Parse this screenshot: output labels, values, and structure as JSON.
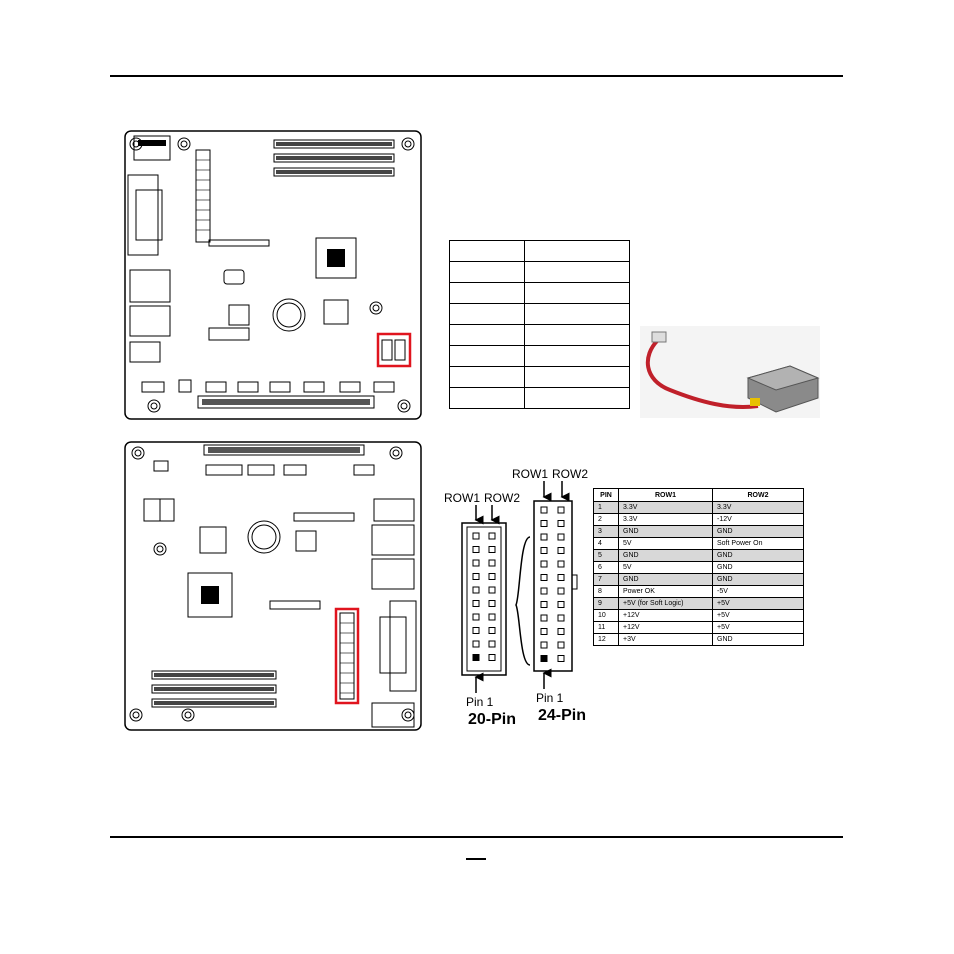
{
  "connector": {
    "row1": "ROW1",
    "row2": "ROW2",
    "pin1": "Pin 1",
    "twenty_pin": "20-Pin",
    "twentyfour_pin": "24-Pin"
  },
  "pin_table": {
    "headers": [
      "PIN",
      "ROW1",
      "ROW2"
    ],
    "rows": [
      {
        "pin": "1",
        "row1": "3.3V",
        "row2": "3.3V"
      },
      {
        "pin": "2",
        "row1": "3.3V",
        "row2": "-12V"
      },
      {
        "pin": "3",
        "row1": "GND",
        "row2": "GND"
      },
      {
        "pin": "4",
        "row1": "5V",
        "row2": "Soft Power On"
      },
      {
        "pin": "5",
        "row1": "GND",
        "row2": "GND"
      },
      {
        "pin": "6",
        "row1": "5V",
        "row2": "GND"
      },
      {
        "pin": "7",
        "row1": "GND",
        "row2": "GND"
      },
      {
        "pin": "8",
        "row1": "Power OK",
        "row2": "-5V"
      },
      {
        "pin": "9",
        "row1": "+5V (for Soft Logic)",
        "row2": "+5V"
      },
      {
        "pin": "10",
        "row1": "+12V",
        "row2": "+5V"
      },
      {
        "pin": "11",
        "row1": "+12V",
        "row2": "+5V"
      },
      {
        "pin": "12",
        "row1": "+3V",
        "row2": "GND"
      }
    ]
  },
  "colors": {
    "highlight": "#e0141e",
    "cable": "#c0202a",
    "drive": "#8a8a8a"
  }
}
